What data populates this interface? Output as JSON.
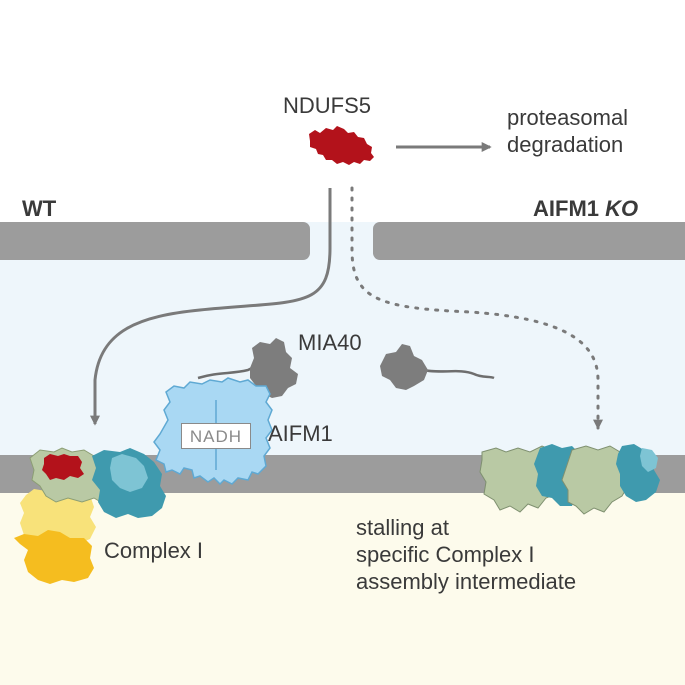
{
  "labels": {
    "ndufs5": "NDUFS5",
    "proteasomal_degradation": "proteasomal\ndegradation",
    "wt": "WT",
    "aifm1_ko_prefix": "AIFM1 ",
    "aifm1_ko_suffix": "KO",
    "mia40": "MIA40",
    "aifm1": "AIFM1",
    "nadh": "NADH",
    "complex_i": "Complex I",
    "stalling_text": "stalling at\nspecific Complex I\nassembly intermediate"
  },
  "colors": {
    "cytosol": "#ffffff",
    "ims": "#eef6fb",
    "matrix": "#fdfbec",
    "membrane": "#9c9c9c",
    "arrow": "#7a7a7a",
    "ndufs5": "#b3121b",
    "mia40": "#7d7d7d",
    "aifm1": "#a9d8f3",
    "complex_green": "#b9c9a4",
    "complex_teal": "#3f9aae",
    "complex_yellow": "#f8e27a",
    "complex_orange": "#f5bd1f"
  }
}
